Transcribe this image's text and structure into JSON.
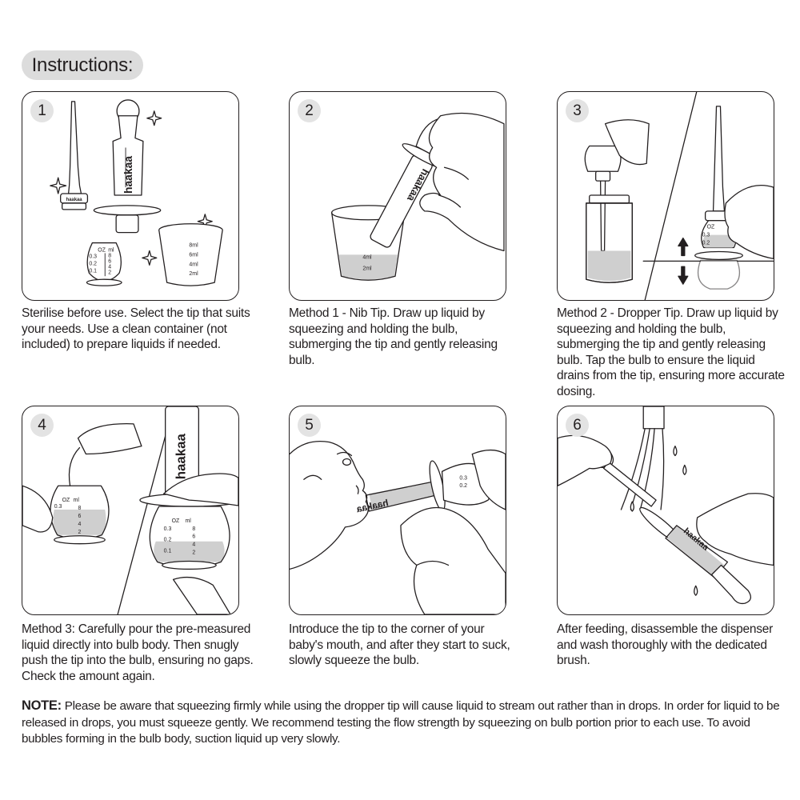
{
  "header": {
    "title": "Instructions:"
  },
  "steps": [
    {
      "number": "1",
      "caption": "Sterilise before use. Select the tip that suits your needs. Use a clean container (not included) to prepare liquids if needed."
    },
    {
      "number": "2",
      "caption": "Method 1 - Nib Tip. Draw up liquid by squeezing and holding the bulb, submerging the tip and gently releasing bulb."
    },
    {
      "number": "3",
      "caption": "Method 2 - Dropper Tip. Draw up liquid by squeezing and holding the bulb, submerging the tip and gently releasing bulb. Tap the bulb to ensure the liquid drains from the tip, ensuring more accurate dosing."
    },
    {
      "number": "4",
      "caption": "Method 3: Carefully pour the pre-measured liquid directly into bulb body. Then snugly push the tip into the bulb, ensuring no gaps. Check the amount again."
    },
    {
      "number": "5",
      "caption": "Introduce the tip to the corner of your baby's mouth, and after they start to suck, slowly squeeze the bulb."
    },
    {
      "number": "6",
      "caption": "After feeding, disassemble the dispenser and wash thoroughly with the dedicated brush."
    }
  ],
  "note": {
    "label": "NOTE:",
    "text": "Please be aware that squeezing firmly while using the dropper tip will cause liquid to stream out rather than in drops. In order for liquid to be released in drops, you must squeeze gently. We recommend testing the flow strength by squeezing on bulb portion prior to each use. To avoid bubbles forming in the bulb body, suction liquid up very slowly."
  },
  "illustration_text": {
    "brand": "haakaa",
    "unit_oz": "OZ",
    "unit_ml": "ml",
    "oz_marks": [
      "0.3",
      "0.2",
      "0.1"
    ],
    "ml_marks": [
      "8",
      "6",
      "4",
      "2"
    ],
    "cup_marks": [
      "8ml",
      "6ml",
      "4ml",
      "2ml"
    ]
  },
  "icons": [
    "sparkle-icon",
    "arrow-up-icon",
    "arrow-down-icon"
  ]
}
